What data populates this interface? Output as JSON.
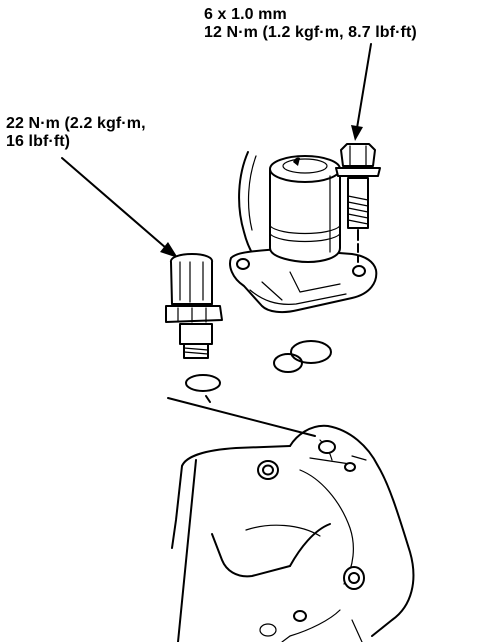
{
  "callouts": {
    "bolt": {
      "line1": "6 x 1.0 mm",
      "line2": "12 N·m (1.2 kgf·m, 8.7 lbf·ft)"
    },
    "switch": {
      "line1": "22 N·m (2.2 kgf·m,",
      "line2": "16 lbf·ft)"
    }
  },
  "colors": {
    "ink": "#000000",
    "paper": "#ffffff"
  }
}
